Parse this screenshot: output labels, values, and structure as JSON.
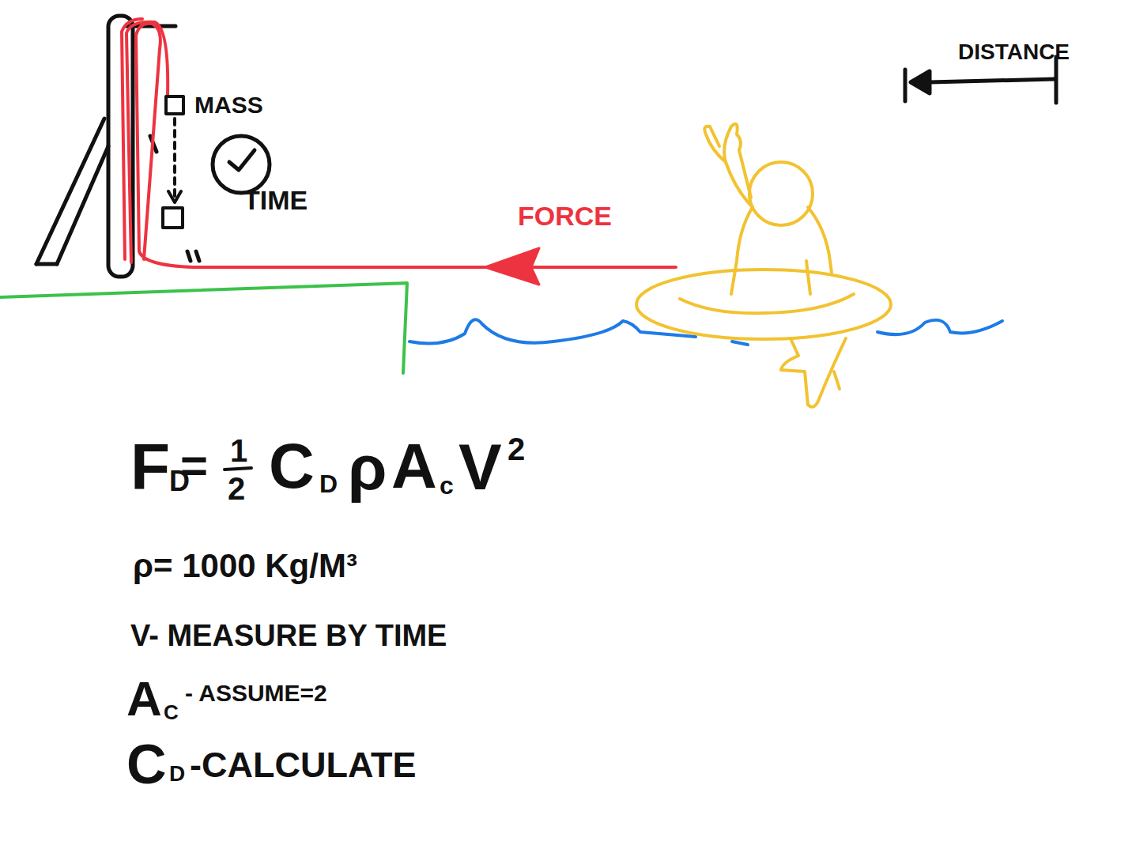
{
  "diagram": {
    "labels": [
      "MASS",
      "TIME",
      "FORCE",
      "DISTANCE",
      "F",
      "D",
      "=",
      "1",
      "2",
      "C",
      "D",
      "ρ",
      "A",
      "c",
      "V",
      "2",
      "ρ= 1000 Kg/M³",
      "V- MEASURE BY TIME",
      "A",
      "C",
      "- ASSUME=2",
      "C",
      "D",
      "-CALCULATE"
    ]
  }
}
